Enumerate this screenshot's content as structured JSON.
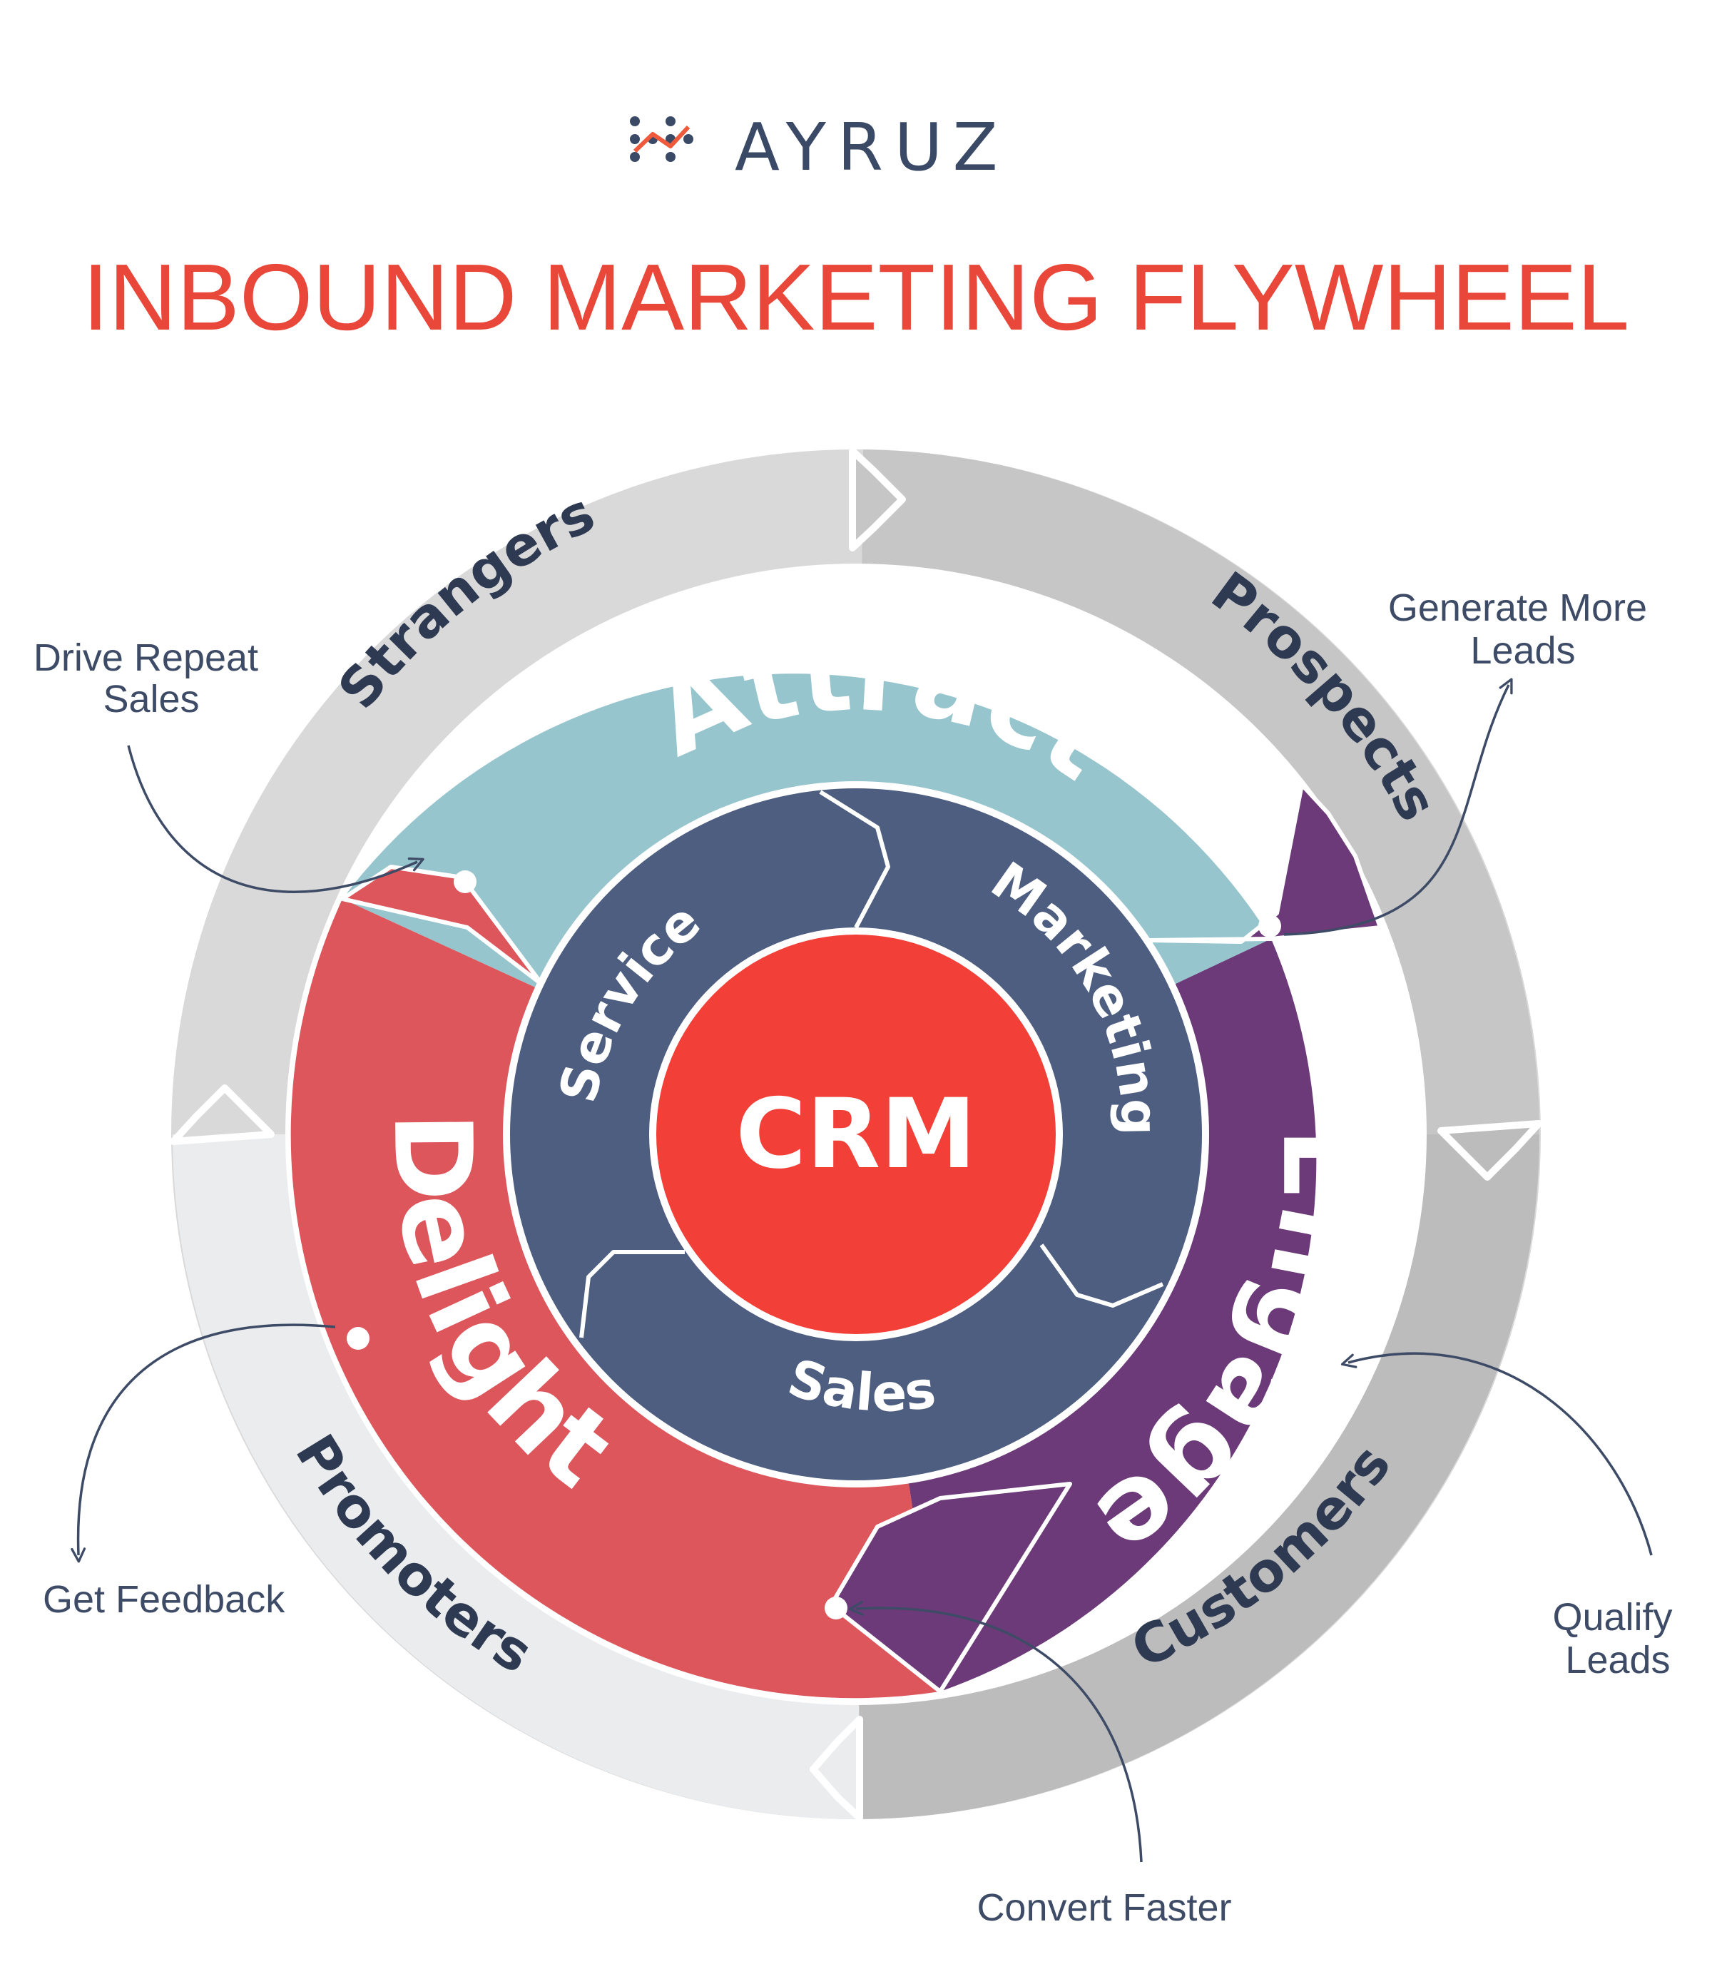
{
  "brand": {
    "name": "AYRUZ",
    "accent": "#ef5a3c",
    "color": "#3a4a66"
  },
  "title": {
    "text": "INBOUND MARKETING FLYWHEEL",
    "color": "#e8473a"
  },
  "stages": {
    "attract": {
      "label": "Attract",
      "color": "#97c5cd"
    },
    "engage": {
      "label": "Engage",
      "color": "#6c3a78"
    },
    "delight": {
      "label": "Delight",
      "color": "#dc565c"
    }
  },
  "audiences": {
    "strangers": "Strangers",
    "prospects": "Prospects",
    "customers": "Customers",
    "promoters": "Promoters"
  },
  "teams": {
    "service": "Service",
    "marketing": "Marketing",
    "sales": "Sales",
    "color": "#4d5e80"
  },
  "center": {
    "label": "CRM",
    "color": "#f23f37"
  },
  "annotations": {
    "drive_repeat_sales": [
      "Drive Repeat",
      "Sales"
    ],
    "generate_more_leads": [
      "Generate More",
      "Leads"
    ],
    "get_feedback": "Get Feedback",
    "qualify_leads": [
      "Qualify",
      "Leads"
    ],
    "convert_faster": "Convert Faster"
  }
}
